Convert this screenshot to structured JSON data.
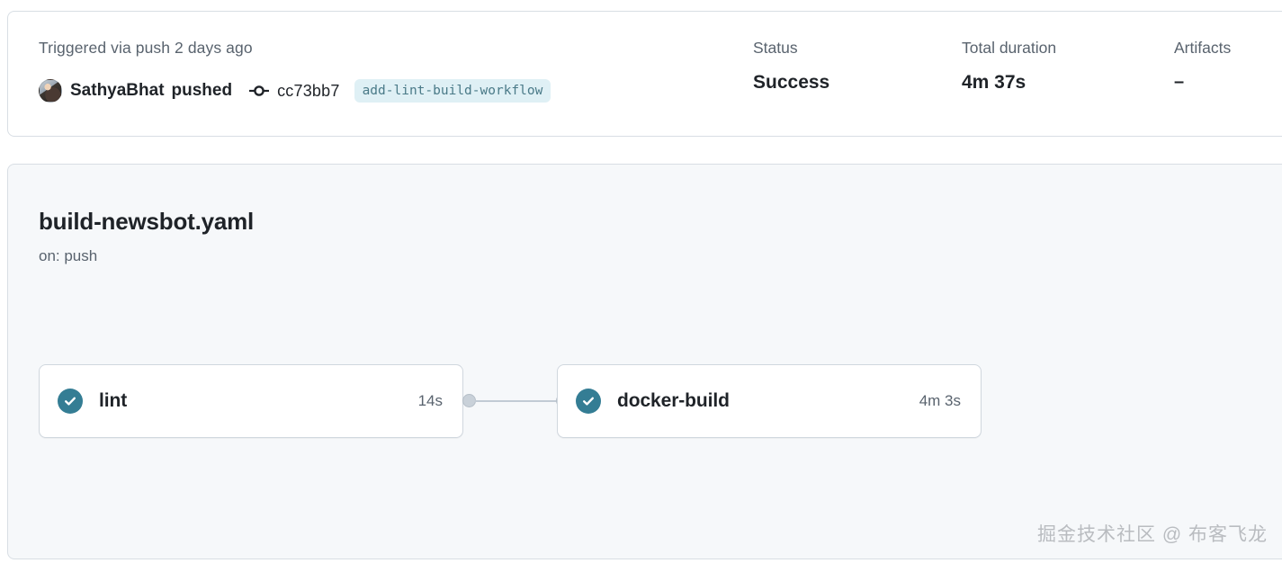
{
  "run_summary": {
    "trigger_text": "Triggered via push 2 days ago",
    "actor": "SathyaBhat",
    "action_verb": "pushed",
    "commit_icon": "git-commit-icon",
    "commit_sha": "cc73bb7",
    "branch": "add-lint-build-workflow",
    "avatar_alt": "SathyaBhat",
    "columns": [
      {
        "label": "Status",
        "value": "Success"
      },
      {
        "label": "Total duration",
        "value": "4m 37s"
      },
      {
        "label": "Artifacts",
        "value": "–"
      }
    ]
  },
  "workflow": {
    "file_name": "build-newsbot.yaml",
    "trigger": "on: push",
    "jobs": [
      {
        "name": "lint",
        "duration": "14s",
        "status": "success",
        "status_icon": "check-circle-icon"
      },
      {
        "name": "docker-build",
        "duration": "4m 3s",
        "status": "success",
        "status_icon": "check-circle-icon"
      }
    ],
    "edges": [
      {
        "from": "lint",
        "to": "docker-build"
      }
    ]
  },
  "watermark": {
    "text": "掘金技术社区 @ 布客飞龙"
  },
  "colors": {
    "success": "#347d94",
    "branch_badge_bg": "#dff0f5",
    "branch_badge_text": "#4a7a88",
    "panel_bg": "#f6f8fa",
    "border": "#d8dee4",
    "muted_text": "#59636e",
    "text": "#1f2328"
  }
}
